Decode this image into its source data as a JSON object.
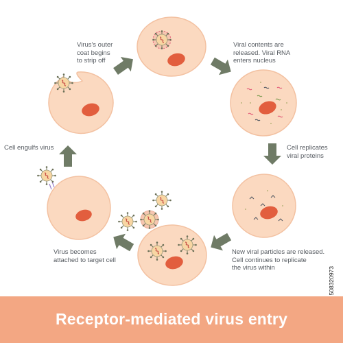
{
  "title": "Receptor-mediated virus entry",
  "stock_id": "508320973",
  "steps": {
    "coat": "Virus's outer\ncoat begins\nto strip off",
    "released": "Viral contents are\nreleased. Viral RNA\nenters nucleus",
    "replicates": "Cell replicates\nviral proteins",
    "new_particles": "New viral particles are released.\nCell continues to replicate\nthe virus within",
    "attached": "Virus becomes\nattached to target cell",
    "engulfs": "Cell engulfs virus"
  },
  "colors": {
    "cell": "#fbd9c0",
    "cell_edge": "#f3c1a1",
    "nucleus": "#e25e3e",
    "arrow": "#6f7b66",
    "banner": "#f3a783",
    "virus": "#f8d6a3",
    "virus_spike": "#6a6f56",
    "rna_pink": "#e35c78",
    "rna_green": "#7a9a4e",
    "protein": "#4d5560"
  }
}
